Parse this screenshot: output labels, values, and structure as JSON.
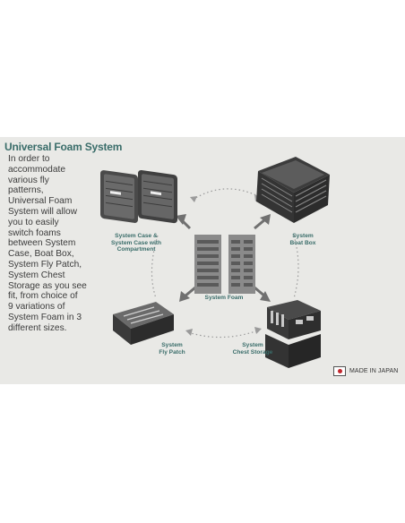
{
  "title": "Universal Foam System",
  "description_lines": [
    "In order to",
    "accommodate",
    "various fly",
    "patterns,",
    "Universal Foam",
    "System will allow",
    "you to easily",
    "switch foams",
    "between System",
    "Case, Boat Box,",
    "System Fly Patch,",
    "System Chest",
    "Storage as you see",
    "fit, from choice of",
    "9 variations of",
    "System Foam in 3",
    "different sizes."
  ],
  "labels": {
    "system_case": [
      "System Case &",
      "System Case with",
      "Compartment"
    ],
    "boat_box": [
      "System",
      "Boat Box"
    ],
    "system_foam": [
      "System Foam"
    ],
    "fly_patch": [
      "System",
      "Fly Patch"
    ],
    "chest_storage": [
      "System",
      "Chest Storage"
    ]
  },
  "badge": {
    "text": "MADE IN JAPAN",
    "flag": "japan-flag-icon"
  },
  "colors": {
    "accent": "#3a6d6a",
    "text": "#3b3b3b",
    "panel": "#e9e9e6"
  }
}
